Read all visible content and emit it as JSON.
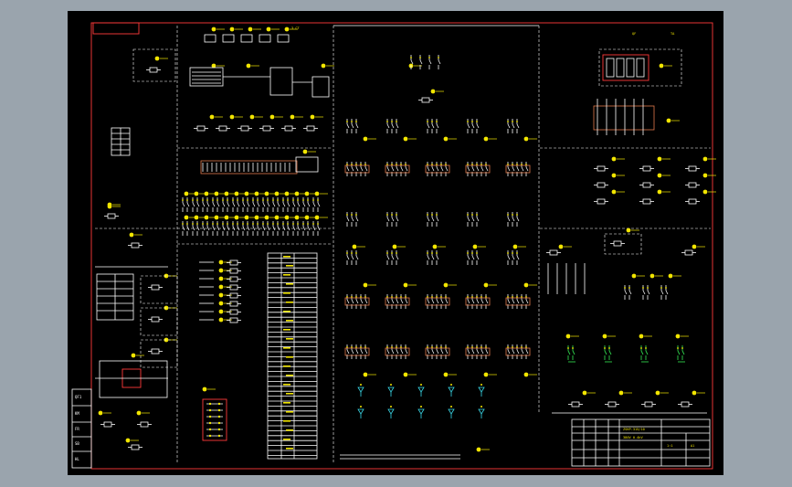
{
  "title_block": {
    "row1": "ZSKP-315/10",
    "row2": "380V 0.4kV",
    "row3": "1:1",
    "row4": "A1"
  },
  "labels": {
    "top_note": "3 CT",
    "legend_left_1": "QF1",
    "legend_left_2": "KM",
    "legend_left_3": "FR",
    "legend_left_4": "SB",
    "legend_left_5": "HL",
    "tag_tr1": "QF",
    "tag_tr2": "TA"
  },
  "colors": {
    "background": "#9aa4ad",
    "sheet": "#000000",
    "frame": "#ff3b3b",
    "lines": "#ffffff",
    "symbols": "#f2e600",
    "accent_green": "#2fd04a",
    "accent_cyan": "#39d6e6"
  }
}
